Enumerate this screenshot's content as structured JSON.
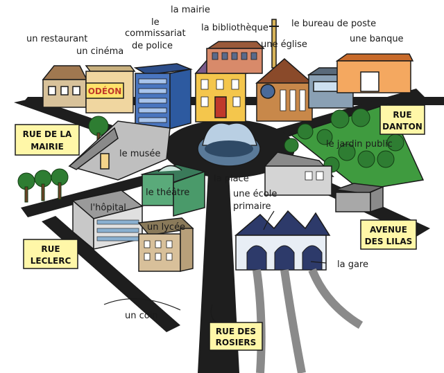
{
  "labels": {
    "restaurant": "un restaurant",
    "cinema": "un cinéma",
    "commissariat_1": "le",
    "commissariat_2": "commissariat",
    "commissariat_3": "de police",
    "mairie": "la mairie",
    "bibliotheque": "la bibliothèque",
    "eglise": "une église",
    "poste": "le bureau de poste",
    "banque": "une banque",
    "odeon": "ODÉON",
    "musee": "le musée",
    "jardin": "le jardin public",
    "place": "la place",
    "theatre": "le théâtre",
    "ecole_1": "une école",
    "ecole_2": "primaire",
    "hopital": "l'hôpital",
    "lycee": "un lycée",
    "gare": "la gare",
    "coin": "un coin"
  },
  "streets": {
    "mairie_1": "RUE DE LA",
    "mairie_2": "MAIRIE",
    "danton_1": "RUE",
    "danton_2": "DANTON",
    "lilas_1": "AVENUE",
    "lilas_2": "DES LILAS",
    "leclerc_1": "RUE",
    "leclerc_2": "LECLERC",
    "rosiers_1": "RUE DES",
    "rosiers_2": "ROSIERS"
  },
  "colors": {
    "road": "#1e1e1e",
    "sign": "#fff7a8",
    "grass": "#3f9b3f",
    "tree": "#2e7d32"
  }
}
